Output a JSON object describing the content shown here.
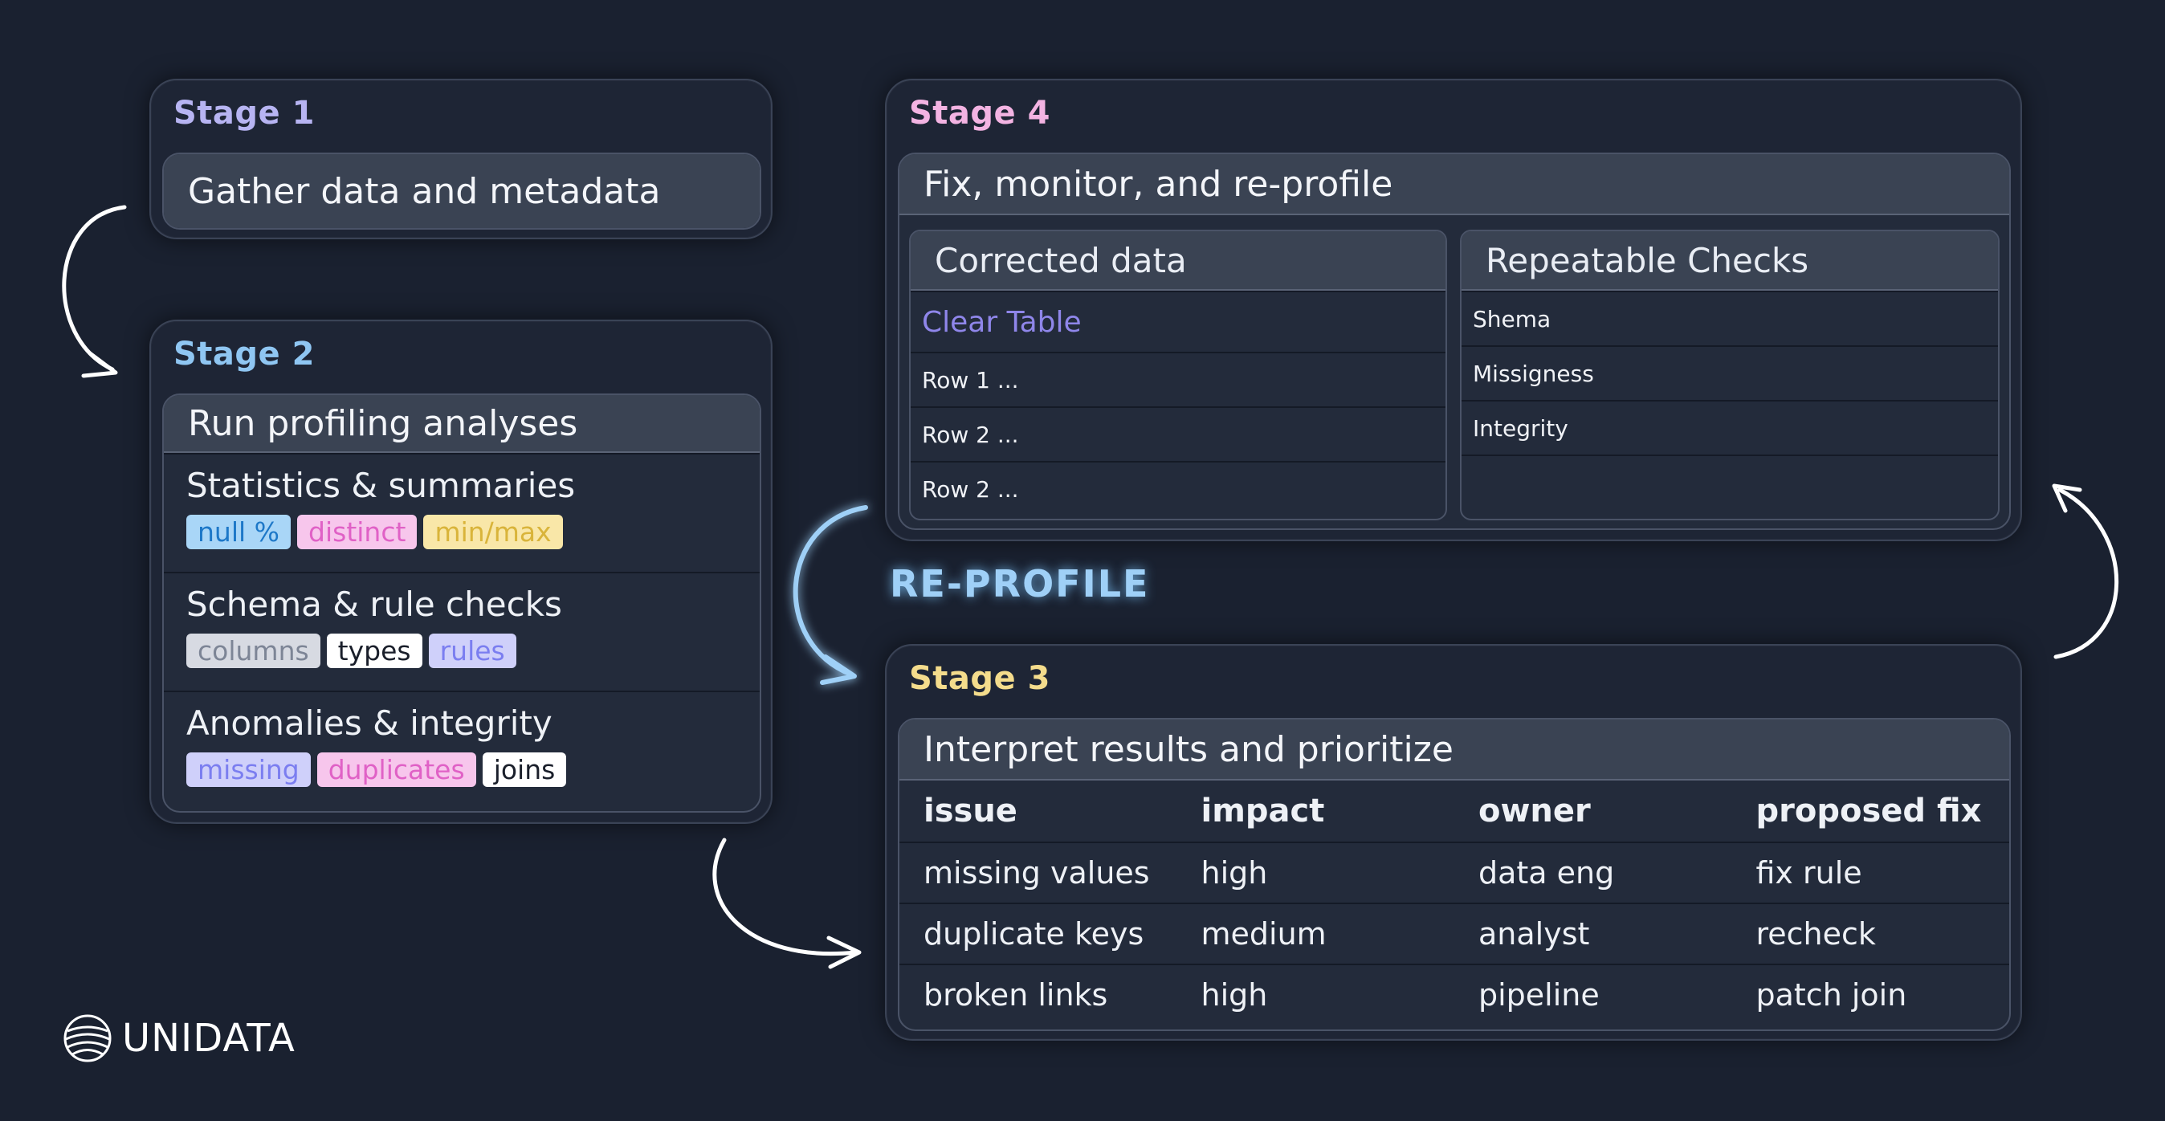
{
  "stage1": {
    "label": "Stage 1",
    "title": "Gather data and metadata"
  },
  "stage2": {
    "label": "Stage 2",
    "title": "Run profiling analyses",
    "groups": [
      {
        "name": "Statistics & summaries",
        "chips": [
          "null %",
          "distinct",
          "min/max"
        ]
      },
      {
        "name": "Schema & rule checks",
        "chips": [
          "columns",
          "types",
          "rules"
        ]
      },
      {
        "name": "Anomalies & integrity",
        "chips": [
          "missing",
          "duplicates",
          "joins"
        ]
      }
    ]
  },
  "stage3": {
    "label": "Stage 3",
    "title": "Interpret results and prioritize",
    "columns": [
      "issue",
      "impact",
      "owner",
      "proposed fix"
    ],
    "rows": [
      [
        "missing values",
        "high",
        "data eng",
        "fix rule"
      ],
      [
        "duplicate keys",
        "medium",
        "analyst",
        "recheck"
      ],
      [
        "broken links",
        "high",
        "pipeline",
        "patch join"
      ]
    ]
  },
  "stage4": {
    "label": "Stage 4",
    "title": "Fix, monitor, and re-profile",
    "corrected": {
      "title": "Corrected data",
      "rows": [
        "Clear Table",
        "Row 1 ...",
        "Row 2 ...",
        "Row 2 ..."
      ]
    },
    "checks": {
      "title": "Repeatable Checks",
      "rows": [
        "Shema",
        "Missigness",
        "Integrity",
        ""
      ]
    }
  },
  "reprofile_label": "RE-PROFILE",
  "brand": "UNIDATA",
  "colors": {
    "stage1": "#b7b4f2",
    "stage2": "#8fc6f2",
    "stage3": "#f4dc8c",
    "stage4": "#f3b3e2",
    "reprofile": "#9fd0f7",
    "clear_table": "#8f86ea"
  }
}
